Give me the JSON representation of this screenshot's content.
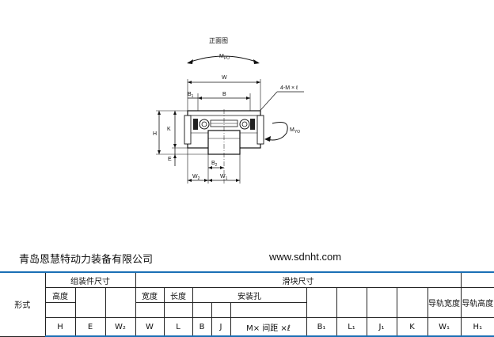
{
  "drawing": {
    "view_title": "正面图",
    "moment_pitch_label": "M",
    "moment_pitch_sub": "PO",
    "moment_yaw_label": "M",
    "moment_yaw_sub": "YO",
    "dims": {
      "W": "W",
      "B": "B",
      "B1": "B",
      "B1_sub": "1",
      "H": "H",
      "K": "K",
      "E": "E",
      "B2": "B",
      "B2_sub": "2",
      "W2": "W",
      "W2_sub": "2",
      "W1": "W",
      "W1_sub": "1",
      "bolt_callout": "4-M × ℓ"
    }
  },
  "company_name": "青岛恩慧特动力装备有限公司",
  "website": "www.sdnht.com",
  "table": {
    "row_label": "形式",
    "group_assembly": "组装件尺寸",
    "group_block": "滑块尺寸",
    "group_rail_width": "导轨宽度",
    "group_rail_height": "导轨高度",
    "sub_height": "高度",
    "sub_width": "宽度",
    "sub_length": "长度",
    "sub_mounting_hole": "安装孔",
    "symbols": [
      "H",
      "E",
      "W₂",
      "W",
      "L",
      "B",
      "J",
      "M× 间距 ×ℓ",
      "B₁",
      "L₁",
      "J₁",
      "K",
      "W₁",
      "H₁"
    ]
  },
  "colors": {
    "table_rule": "#1a6fb5"
  }
}
